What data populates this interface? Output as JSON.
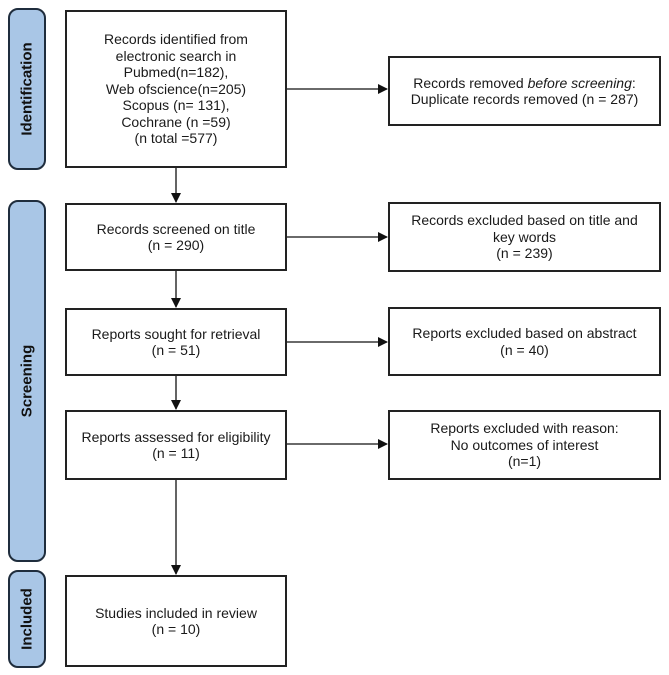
{
  "phases": {
    "identification": "Identification",
    "screening": "Screening",
    "included": "Included"
  },
  "boxes": {
    "identified": "Records identified from\nelectronic search in\nPubmed(n=182),\nWeb ofscience(n=205)\nScopus (n= 131),\nCochrane (n =59)\n(n total =577)",
    "removed_prefix": "Records removed ",
    "removed_italic": "before screening",
    "removed_suffix": ":",
    "removed_line2": "Duplicate records removed  (n = 287)",
    "screened": "Records screened on title\n(n = 290)",
    "excluded_title": "Records excluded based on title and\nkey words\n(n = 239)",
    "sought": "Reports sought for retrieval\n(n = 51)",
    "excluded_abstract": "Reports excluded based on abstract\n(n = 40)",
    "assessed": "Reports assessed for eligibility\n(n = 11)",
    "excluded_reason": "Reports excluded with reason:\nNo outcomes of interest\n(n=1)",
    "included": "Studies included in review\n(n = 10)"
  },
  "colors": {
    "phase_fill": "#a9c6e6",
    "border": "#222222"
  }
}
